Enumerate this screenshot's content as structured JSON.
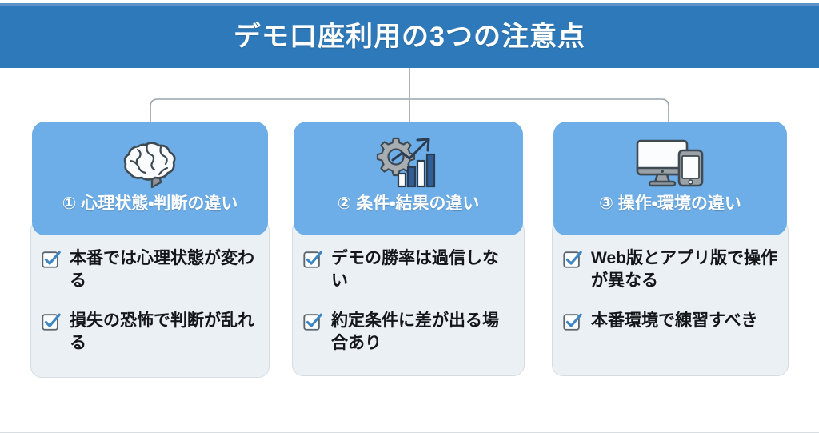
{
  "header": {
    "title": "デモ口座利用の3つの注意点",
    "background_color": "#2e79b9",
    "text_color": "#ffffff"
  },
  "theme": {
    "card_header_color": "#6daee8",
    "card_body_color": "#eaf0f3",
    "card_border_color": "#d5dde2",
    "connector_color": "#9aa4ab",
    "check_color": "#3d86c6",
    "body_text_color": "#13171a"
  },
  "cards": [
    {
      "number": "①",
      "icon": "brain-icon",
      "label": "① 心理状態・判断の違い",
      "bullets": [
        "本番では心理状態が変わる",
        "損失の恐怖で判断が乱れる"
      ]
    },
    {
      "number": "②",
      "icon": "gear-chart-icon",
      "label": "② 条件・結果の違い",
      "bullets": [
        "デモの勝率は過信しない",
        "約定条件に差が出る場合あり"
      ]
    },
    {
      "number": "③",
      "icon": "monitor-phone-icon",
      "label": "③ 操作・環境の違い",
      "bullets": [
        "Web版とアプリ版で操作が異なる",
        "本番環境で練習すべき"
      ]
    }
  ]
}
